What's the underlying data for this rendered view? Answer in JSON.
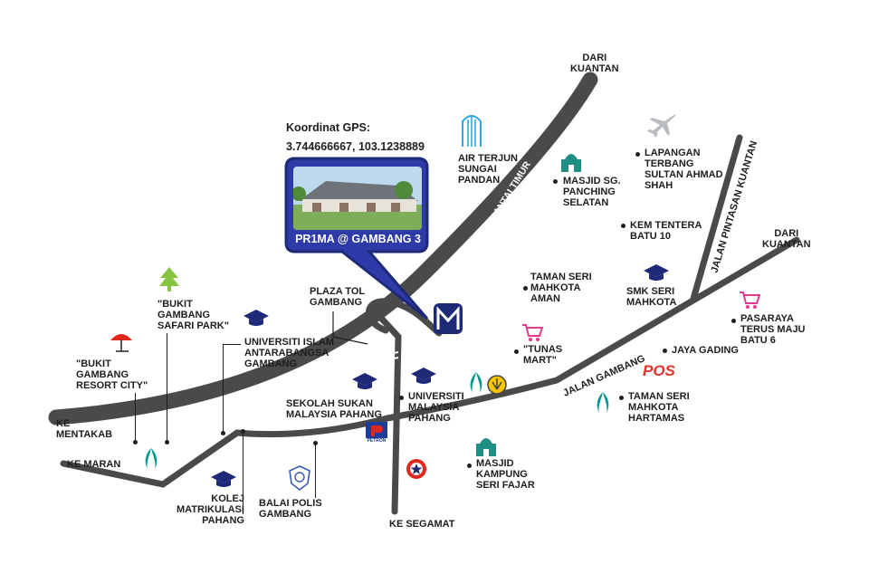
{
  "gps": {
    "heading": "Koordinat GPS:",
    "coords": "3.744666667, 103.1238889"
  },
  "project": {
    "name": "PR1MA @ GAMBANG 3"
  },
  "roads": {
    "highway": "LEBUHRAYA PANTAI TIMUR",
    "jalan_gambang": "JALAN GAMBANG",
    "pintasan": "JALAN PINTASAN KUANTAN"
  },
  "directions": {
    "dari_kuantan_1": [
      "DARI",
      "KUANTAN"
    ],
    "dari_kuantan_2": [
      "DARI",
      "KUANTAN"
    ],
    "ke_mentakab": [
      "KE",
      "MENTAKAB"
    ],
    "ke_maran": "KE MARAN",
    "ke_segamat": "KE SEGAMAT"
  },
  "places": {
    "air_terjun": [
      "AIR TERJUN",
      "SUNGAI",
      "PANDAN"
    ],
    "masjid_panching": [
      "MASJID SG.",
      "PANCHING",
      "SELATAN"
    ],
    "lapangan": [
      "LAPANGAN",
      "TERBANG",
      "SULTAN AHMAD",
      "SHAH"
    ],
    "kem_tentera": [
      "KEM TENTERA",
      "BATU 10"
    ],
    "taman_seri_mahkota_aman": [
      "TAMAN SERI",
      "MAHKOTA",
      "AMAN"
    ],
    "smk_seri_mahkota": [
      "SMK SERI",
      "MAHKOTA"
    ],
    "pasaraya": [
      "PASARAYA",
      "TERUS MAJU",
      "BATU 6"
    ],
    "tunas_mart": [
      "\"TUNAS",
      "MART\""
    ],
    "jaya_gading": "JAYA GADING",
    "plaza_tol": [
      "PLAZA TOL",
      "GAMBANG"
    ],
    "bukit_safari": [
      "\"BUKIT",
      "GAMBANG",
      "SAFARI PARK\""
    ],
    "bukit_resort": [
      "\"BUKIT",
      "GAMBANG",
      "RESORT CITY\""
    ],
    "uia": [
      "UNIVERSITI ISLAM",
      "ANTARABANGSA",
      "GAMBANG"
    ],
    "sekolah_sukan": [
      "SEKOLAH SUKAN",
      "MALAYSIA PAHANG"
    ],
    "ump": [
      "UNIVERSITI",
      "MALAYSIA",
      "PAHANG"
    ],
    "taman_hartamas": [
      "TAMAN SERI",
      "MAHKOTA",
      "HARTAMAS"
    ],
    "masjid_fajar": [
      "MASJID",
      "KAMPUNG",
      "SERI FAJAR"
    ],
    "kolej": [
      "KOLEJ",
      "MATRIKULASI",
      "PAHANG"
    ],
    "balai_polis": [
      "BALAI POLIS",
      "GAMBANG"
    ]
  },
  "brands": {
    "pos": "POS",
    "petron": "PETRON"
  },
  "colors": {
    "road": "#4a4a4a",
    "navy": "#1e2a78",
    "callout": "#2e3aa8",
    "petronas": "#009a8e",
    "pink": "#e5388f",
    "tree": "#86c441",
    "masjid": "#1f8f84"
  },
  "icons": [
    "waterfall-icon",
    "mosque-icon",
    "airplane-icon",
    "graduation-cap-icon",
    "shopping-cart-icon",
    "petronas-icon",
    "shell-icon",
    "caltex-icon",
    "petron-icon",
    "police-badge-icon",
    "tree-icon",
    "umbrella-icon",
    "pos-logo",
    "marker-logo-icon"
  ]
}
